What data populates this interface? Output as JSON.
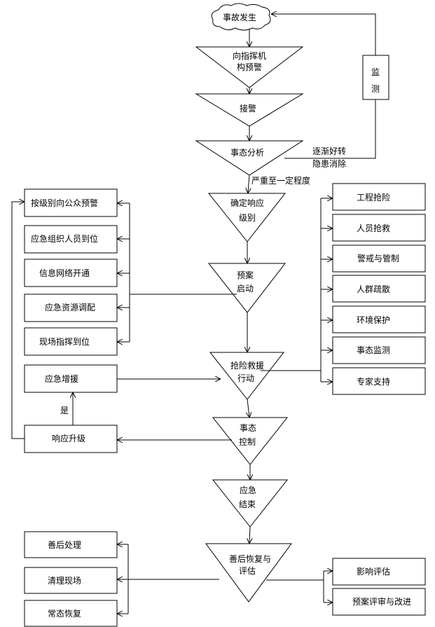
{
  "start": "事故发生",
  "steps": {
    "notify_command": [
      "向指挥机",
      "构预警"
    ],
    "receive_alarm": "接警",
    "analysis": "事态分析",
    "level": [
      "确定响应",
      "级别"
    ],
    "plan_start": [
      "预案",
      "启动"
    ],
    "rescue": [
      "抢险救援",
      "行动"
    ],
    "control": [
      "事态",
      "控制"
    ],
    "end": [
      "应急",
      "结束"
    ],
    "recovery": [
      "善后恢复与",
      "评估"
    ]
  },
  "monitor": [
    "监",
    "测"
  ],
  "labels": {
    "improving": [
      "逐渐好转",
      "隐患消除"
    ],
    "severe": "严重至一定程度",
    "yes": "是"
  },
  "left_boxes": {
    "public_warning": "按级别向公众预警",
    "personnel": "应急组织人员到位",
    "network": "信息网络开通",
    "resources": "应急资源调配",
    "onsite_command": "现场指挥到位",
    "reinforce": "应急增援",
    "upgrade": "响应升级",
    "aftermath": "善后处理",
    "cleanup": "清理现场",
    "normal": "常态恢复"
  },
  "right_boxes": {
    "engineering": "工程抢险",
    "rescue_people": "人员抢救",
    "cordon": "警戒与管制",
    "evacuation": "人群疏散",
    "environment": "环境保护",
    "monitoring": "事态监测",
    "expert": "专家支持",
    "impact": "影响评估",
    "plan_review": "预案评审与改进"
  }
}
